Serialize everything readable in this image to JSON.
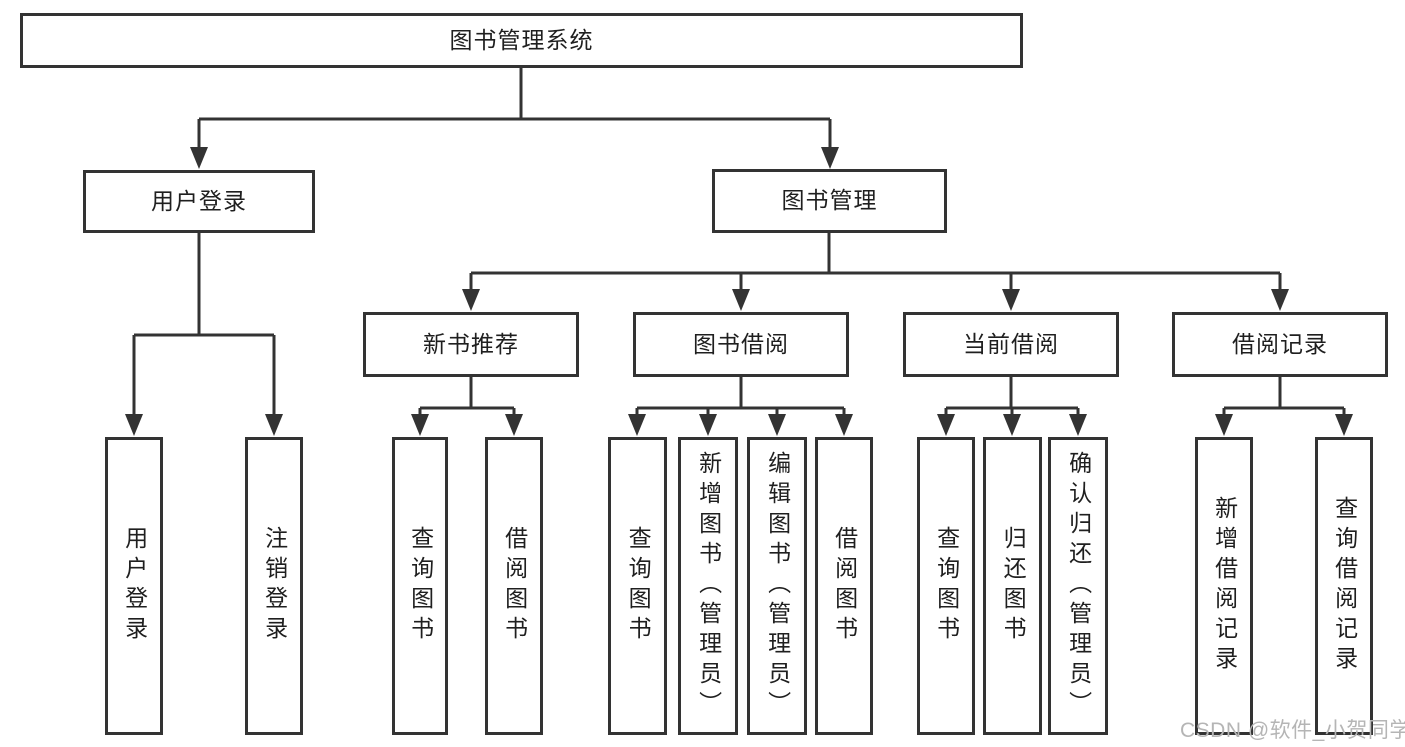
{
  "diagram": {
    "root": {
      "label": "图书管理系统"
    },
    "branches": [
      {
        "label": "用户登录",
        "children": [
          {
            "label": "用户登录"
          },
          {
            "label": "注销登录"
          }
        ]
      },
      {
        "label": "图书管理",
        "children": [
          {
            "label": "新书推荐",
            "children": [
              {
                "label": "查询图书"
              },
              {
                "label": "借阅图书"
              }
            ]
          },
          {
            "label": "图书借阅",
            "children": [
              {
                "label": "查询图书"
              },
              {
                "label": "新增图书（管理员）"
              },
              {
                "label": "编辑图书（管理员）"
              },
              {
                "label": "借阅图书"
              }
            ]
          },
          {
            "label": "当前借阅",
            "children": [
              {
                "label": "查询图书"
              },
              {
                "label": "归还图书"
              },
              {
                "label": "确认归还（管理员）"
              }
            ]
          },
          {
            "label": "借阅记录",
            "children": [
              {
                "label": "新增借阅记录"
              },
              {
                "label": "查询借阅记录"
              }
            ]
          }
        ]
      }
    ],
    "watermark": "CSDN @软件_小贺同学",
    "colors": {
      "line": "#333333",
      "border": "#333333",
      "text": "#1f1f1f",
      "watermark": "#b5b5b5",
      "background": "#ffffff"
    }
  }
}
